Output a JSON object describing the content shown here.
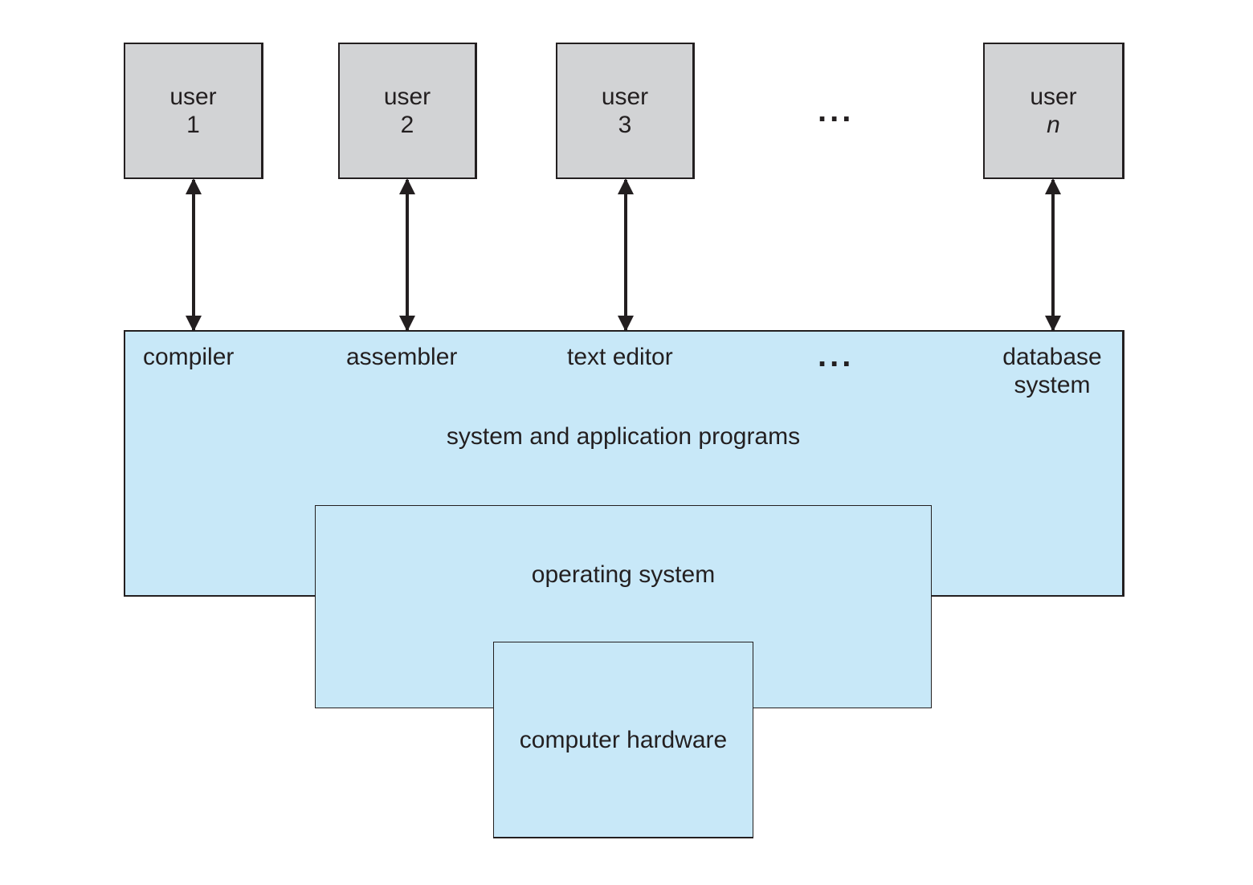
{
  "users": [
    {
      "word": "user",
      "id": "1"
    },
    {
      "word": "user",
      "id": "2"
    },
    {
      "word": "user",
      "id": "3"
    },
    {
      "word": "user",
      "id": "n"
    }
  ],
  "ellipsis": "...",
  "programs": {
    "items": [
      "compiler",
      "assembler",
      "text editor",
      "database",
      "system"
    ],
    "layer_label": "system and application programs"
  },
  "os_label": "operating system",
  "hardware_label": "computer hardware",
  "colors": {
    "user_fill": "#d2d3d5",
    "layer_fill": "#c8e8f8",
    "stroke": "#231f20"
  }
}
